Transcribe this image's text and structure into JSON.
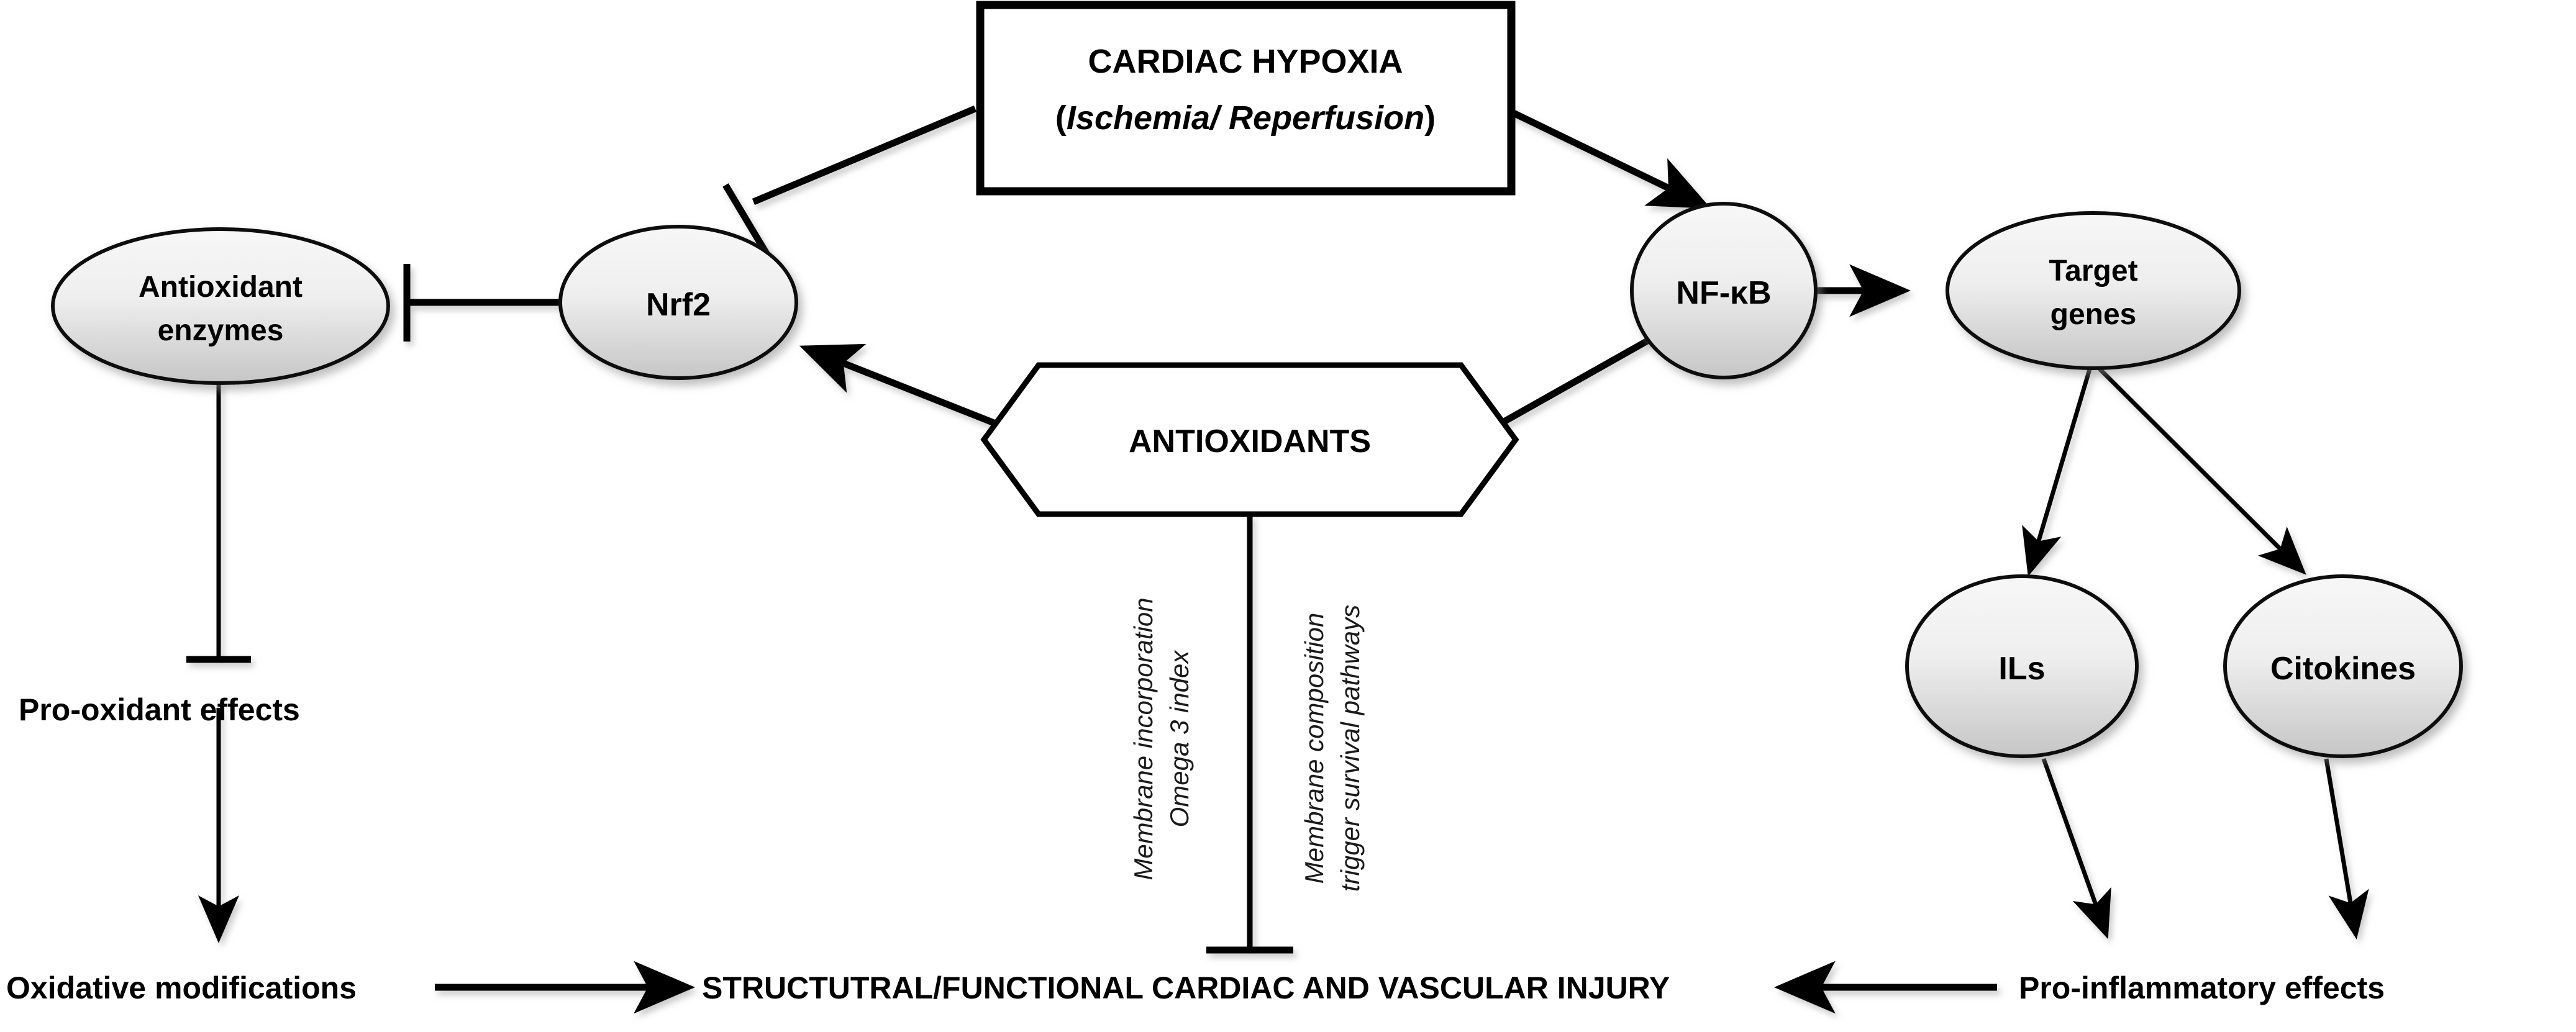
{
  "figure": {
    "type": "biological-pathway-flowchart",
    "background": "#ffffff",
    "line_color": "#000000",
    "node_fill_top": "#f4f4f4",
    "node_fill_bottom": "#c9c9c9"
  },
  "nodes": {
    "cardiac_hypoxia": {
      "shape": "rectangle",
      "line1": "CARDIAC HYPOXIA",
      "line2_prefix": "(",
      "line2_italic": "Ischemia/ Reperfusion",
      "line2_suffix": ")"
    },
    "antioxidant_enzymes": {
      "shape": "ellipse",
      "line1": "Antioxidant",
      "line2": "enzymes"
    },
    "nrf2": {
      "shape": "ellipse",
      "label": "Nrf2"
    },
    "antioxidants": {
      "shape": "hexagon",
      "label": "ANTIOXIDANTS"
    },
    "nfkb": {
      "shape": "ellipse",
      "label": "NF-κB"
    },
    "target_genes": {
      "shape": "ellipse",
      "line1": "Target",
      "line2": "genes"
    },
    "ils": {
      "shape": "ellipse",
      "label": "ILs"
    },
    "citokines": {
      "shape": "ellipse",
      "label": "Citokines"
    }
  },
  "text_nodes": {
    "pro_oxidant_effects": "Pro-oxidant effects",
    "oxidative_modifications": "Oxidative modifications",
    "injury": "STRUCTUTRAL/FUNCTIONAL CARDIAC AND VASCULAR INJURY",
    "pro_inflammatory_effects": "Pro-inflammatory effects"
  },
  "annotations": {
    "left_note_line1": "Membrane incorporation",
    "left_note_line2": "Omega 3 index",
    "right_note_line1": "Membrane composition",
    "right_note_line2": "trigger survival pathways"
  },
  "edges": [
    {
      "from": "cardiac_hypoxia",
      "to": "nrf2",
      "kind": "inhibition"
    },
    {
      "from": "cardiac_hypoxia",
      "to": "nfkb",
      "kind": "activation"
    },
    {
      "from": "nrf2",
      "to": "antioxidant_enzymes",
      "kind": "inhibition"
    },
    {
      "from": "antioxidants",
      "to": "nrf2",
      "kind": "activation"
    },
    {
      "from": "antioxidants",
      "to": "nfkb",
      "kind": "inhibition"
    },
    {
      "from": "antioxidants",
      "to": "injury",
      "kind": "inhibition"
    },
    {
      "from": "nfkb",
      "to": "target_genes",
      "kind": "activation"
    },
    {
      "from": "target_genes",
      "to": "ils",
      "kind": "activation"
    },
    {
      "from": "target_genes",
      "to": "citokines",
      "kind": "activation"
    },
    {
      "from": "antioxidant_enzymes",
      "to": "pro_oxidant_effects",
      "kind": "inhibition"
    },
    {
      "from": "pro_oxidant_effects",
      "to": "oxidative_modifications",
      "kind": "activation"
    },
    {
      "from": "oxidative_modifications",
      "to": "injury",
      "kind": "activation"
    },
    {
      "from": "ils",
      "to": "pro_inflammatory_effects",
      "kind": "activation"
    },
    {
      "from": "citokines",
      "to": "pro_inflammatory_effects",
      "kind": "activation"
    },
    {
      "from": "pro_inflammatory_effects",
      "to": "injury",
      "kind": "activation"
    }
  ]
}
